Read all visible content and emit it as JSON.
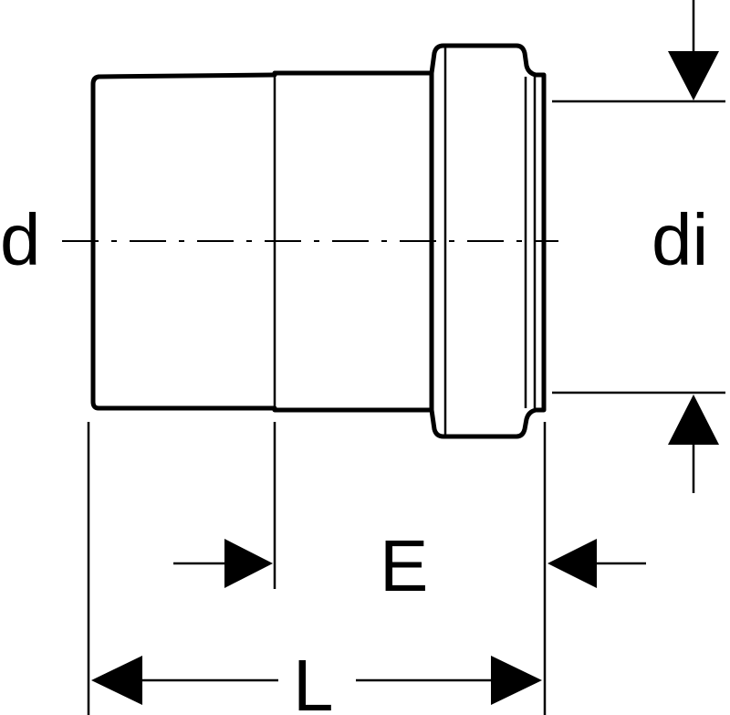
{
  "labels": {
    "d": "d",
    "di": "di",
    "E": "E",
    "L": "L"
  },
  "colors": {
    "line": "#000000",
    "background": "#ffffff"
  }
}
